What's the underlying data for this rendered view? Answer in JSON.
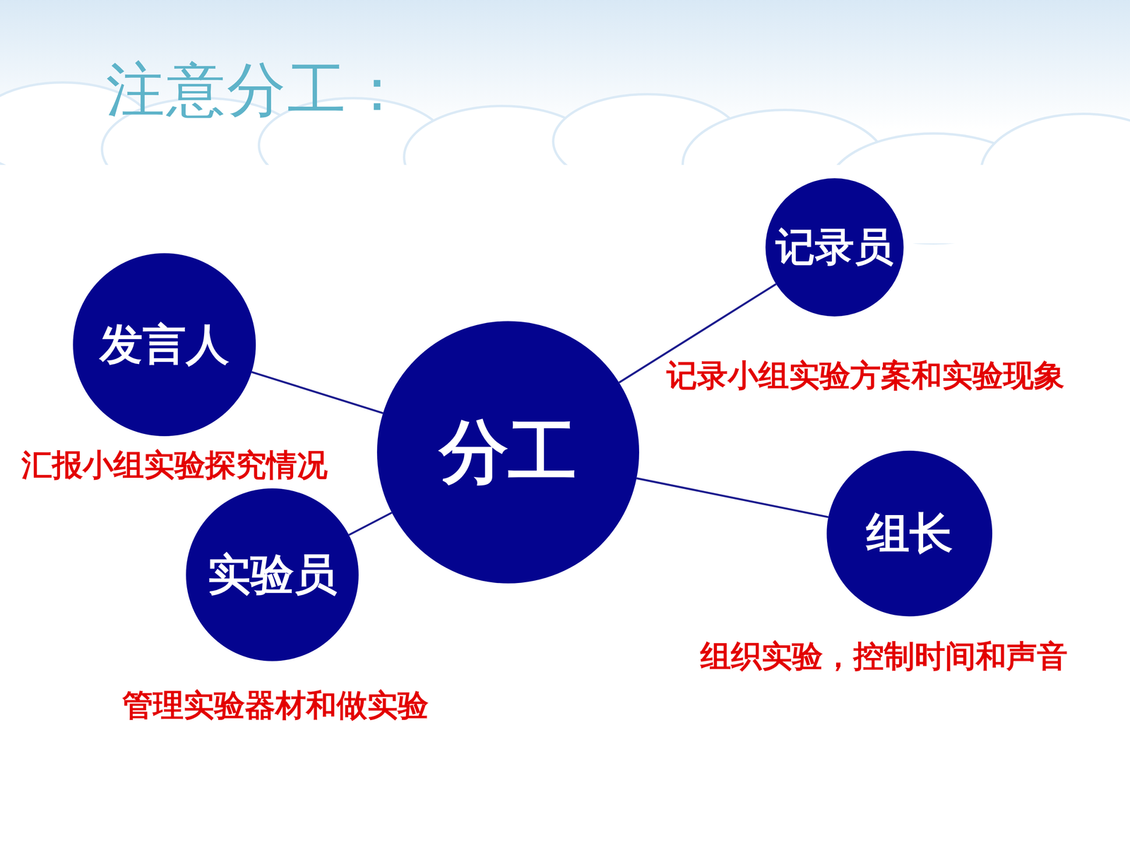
{
  "diagram": {
    "title": "注意分工：",
    "nodes": [
      {
        "text": [
          "记录员"
        ]
      },
      {
        "text": [
          "发言人"
        ]
      },
      {
        "text": [
          "分工"
        ]
      },
      {
        "text": [
          "组长"
        ]
      },
      {
        "text": [
          "实验员"
        ]
      }
    ],
    "edges": [
      {
        "from": 2,
        "to": 0,
        "arrow": "none"
      },
      {
        "from": 2,
        "to": 1,
        "arrow": "none"
      },
      {
        "from": 2,
        "to": 3,
        "arrow": "none"
      },
      {
        "from": 2,
        "to": 4,
        "arrow": "none"
      }
    ],
    "labels": [
      "记录小组实验方案和实验现象",
      "汇报小组实验探究情况",
      "组织实验，控制时间和声音",
      "管理实验器材和做实验"
    ]
  }
}
